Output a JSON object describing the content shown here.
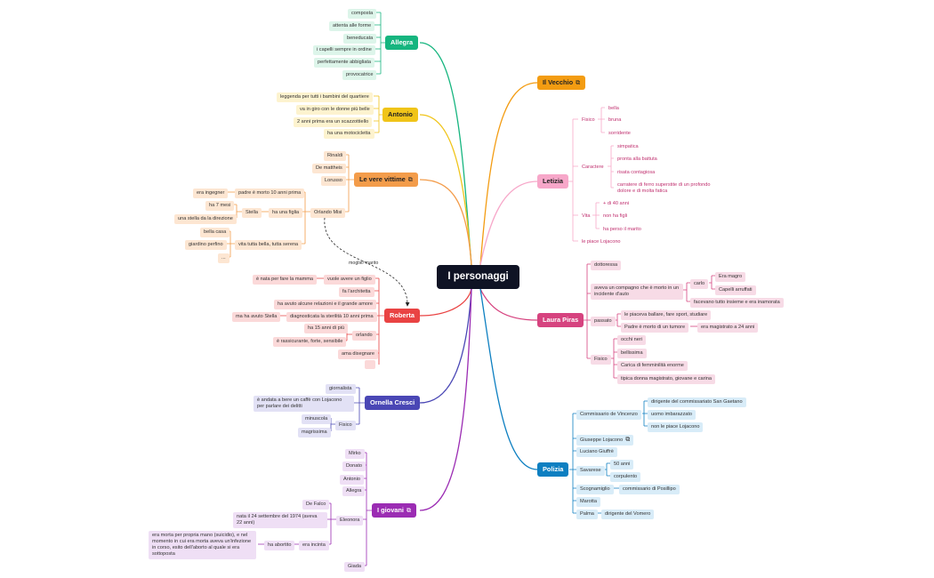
{
  "root": "I personaggi",
  "link_label": "moglie/ marito",
  "icon": "linked-topic-icon",
  "colors": {
    "allegra": "#16b57f",
    "antonio": "#f0c419",
    "vittime": "#f39c4a",
    "roberta": "#e94343",
    "ornella": "#4a47b5",
    "giovani": "#9b2cb3",
    "vecchio": "#f39c12",
    "letizia": "#f7a7c9",
    "laura": "#d6437f",
    "polizia": "#0d7fc1"
  },
  "branches": {
    "allegra": {
      "label": "Allegra",
      "items": [
        "composta",
        "attenta alle forme",
        "beneducata",
        "i capelli sempre in ordine",
        "perfettamente abbigliata",
        "provocatrice"
      ]
    },
    "antonio": {
      "label": "Antonio",
      "items": [
        "leggenda per tutti i bambini del quartiere",
        "va in giro con le donne più belle",
        "2 anni prima era un scazzottiello",
        "ha una motocicletta"
      ]
    },
    "vittime": {
      "label": "Le vere vittime",
      "items": [
        "Rinaldi",
        "De mattheis",
        "Lorusso",
        "Orlando Misi"
      ],
      "orlando": {
        "padre": "padre è morto 10 anni prima",
        "padre_sub": "era ingegner",
        "figlia": "ha una figlia",
        "stella": "Stella",
        "stella_sub": [
          "ha 7 mesi",
          "una stella da la direzione"
        ],
        "vita": "vita tutta bella, tutta serena",
        "vita_sub": [
          "bella casa",
          "giardino perfino",
          "..."
        ]
      }
    },
    "roberta": {
      "label": "Roberta",
      "figlio": "vuole avere un figlio",
      "figlio_sub": "è nata per fare la mamma",
      "architetta": "fa l'architetta",
      "relazioni": "ha avuto alcune relazioni e il grande amore",
      "sterilita": "diagnosticata la sterilità 10 anni prima",
      "sterilita_sub": "ma ha avuto Stella",
      "orlando": "orlando",
      "orlando_sub": [
        "ha 15 anni di più",
        "è rassicurante, forte, sensibile"
      ],
      "disegnare": "ama disegnare"
    },
    "ornella": {
      "label": "Ornella Cresci",
      "items": [
        "giornalista",
        "è andata a bere un caffè con Lojacono per parlare dei  delitti"
      ],
      "fisico": "Fisico",
      "fisico_sub": [
        "minuscola",
        "magrissima"
      ]
    },
    "giovani": {
      "label": "I giovani",
      "items": [
        "Mirko",
        "Donato",
        "Antonio",
        "Allegra"
      ],
      "eleonora": "Eleonora",
      "eleonora_sub": [
        "De Falco",
        "nata il 24 settembre del 1974 (aveva 22 anni)"
      ],
      "incinta": "era incinta",
      "aborto": "ha abortito",
      "aborto_sub": "era morta per propria mano (suicidio), e nel momento in cui era morta aveva un'infezione in corso, esito dell'aborto al quale si era sottoposta",
      "giada": "Giada"
    },
    "vecchio": {
      "label": "Il Vecchio"
    },
    "letizia": {
      "label": "Letizia",
      "fisico": "Fisico",
      "fisico_sub": [
        "bella",
        "bruna",
        "sorridente"
      ],
      "carattere": "Caractere",
      "carattere_sub": [
        "simpatica",
        "pronta alla battuta",
        "risata contagiosa",
        "carratere di ferro superstite di un profondo dolore e di molta fatica"
      ],
      "vita": "Vita",
      "vita_sub": [
        "+ di 40 anni",
        "non ha figli",
        "ha perso il marito"
      ],
      "lojacono": "le piace Lojacono"
    },
    "laura": {
      "label": "Laura Piras",
      "dottoressa": "dottoressa",
      "compagno": "aveva un compagno che è morto in un incidente d'auto",
      "carlo": "carlo",
      "carlo_sub": [
        "Era magro",
        "Capelli arruffati"
      ],
      "insieme": "facevano tutto insieme e era inamorata",
      "passato": "passato",
      "passato_sub": [
        "le piaceva ballare, fare sport, studiare",
        "Padre è morto di un tumore"
      ],
      "magistrato": "era magistrato a 24 anni",
      "fisico": "Fisico",
      "fisico_sub": [
        "occhi neri",
        "bellissima",
        "Carica di femminilità enorme",
        "tipica donna magistrato, giovane e carina"
      ]
    },
    "polizia": {
      "label": "Polizia",
      "commissario": "Commissario de Vincenzo",
      "commissario_sub": [
        "dirigente del commissariato San Gaetano",
        "uomo imbarazzato",
        "non le piace Lojacono"
      ],
      "lojacono": "Giuseppe Lojacono",
      "giuffre": "Luciano Giuffrè",
      "savarese": "Savarese",
      "savarese_sub": [
        "50 anni",
        "corpulento"
      ],
      "scognamiglio": "Scognamiglio",
      "scognamiglio_sub": "commissario di Posillipo",
      "marotta": "Marotta",
      "palma": "Palma",
      "palma_sub": "dirigente del Vomero"
    }
  }
}
